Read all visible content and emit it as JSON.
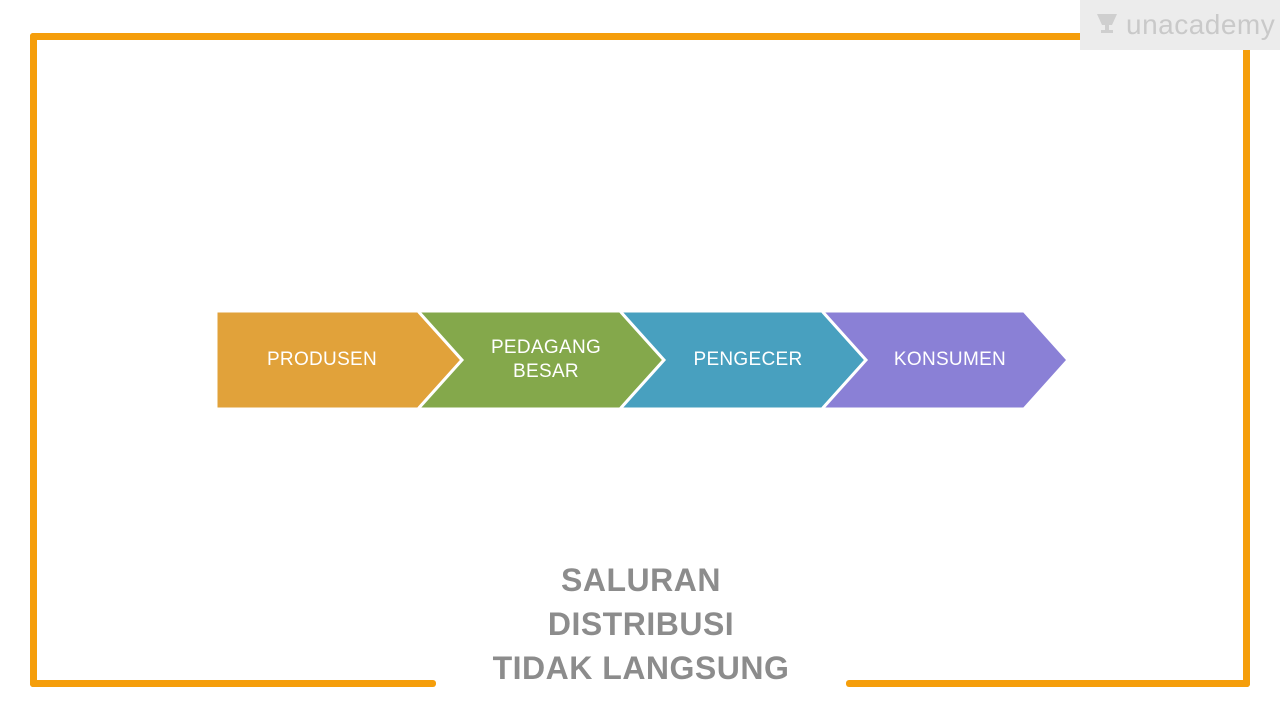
{
  "brand": {
    "logo_text": "unacademy",
    "logo_icon": "cup-icon"
  },
  "flow": [
    {
      "lines": [
        "PRODUSEN"
      ],
      "color": "#e1a23a"
    },
    {
      "lines": [
        "PEDAGANG",
        "BESAR"
      ],
      "color": "#84a84b"
    },
    {
      "lines": [
        "PENGECER"
      ],
      "color": "#48a0bf"
    },
    {
      "lines": [
        "KONSUMEN"
      ],
      "color": "#8a80d6"
    }
  ],
  "title": {
    "line1": "SALURAN",
    "line2": "DISTRIBUSI",
    "line3": "TIDAK LANGSUNG"
  },
  "colors": {
    "frame": "#f59e0b",
    "title": "#8c8c8c"
  }
}
